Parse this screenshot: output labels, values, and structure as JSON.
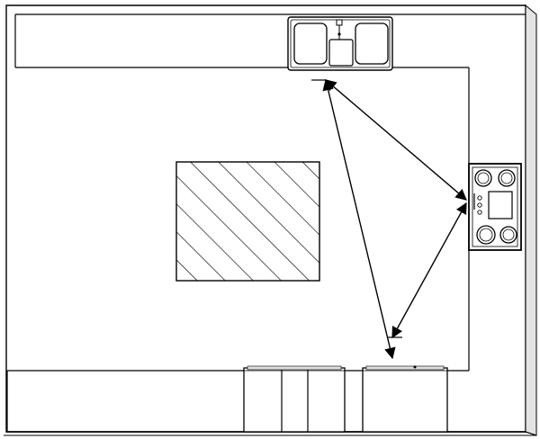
{
  "diagram": {
    "kind": "kitchen floor plan with work triangle",
    "elements": [
      "outer-wall",
      "upper-counter",
      "sink",
      "stove",
      "island",
      "lower-counter",
      "refrigerator",
      "cabinets",
      "work-triangle"
    ]
  },
  "colors": {
    "background": "#ffffff",
    "line": "#000000",
    "wall_gray": "#cfcfcf"
  }
}
